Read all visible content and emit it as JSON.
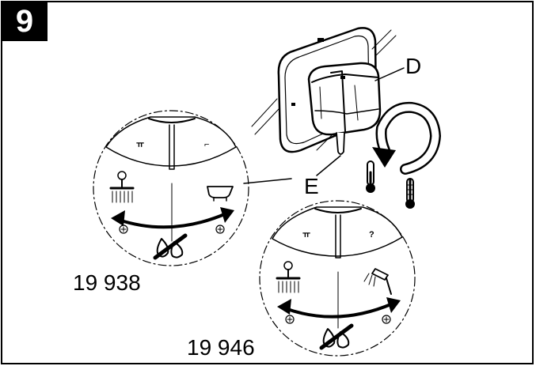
{
  "step": {
    "number": "9"
  },
  "callouts": {
    "d": "D",
    "e": "E"
  },
  "models": {
    "left": "19 938",
    "right": "19 946"
  },
  "icons": [
    "thermostat-knob",
    "arrow-ccw-icon",
    "thermometer-cold-icon",
    "thermometer-hot-icon",
    "overhead-shower-icon",
    "bathtub-icon",
    "hand-shower-icon",
    "no-water-icon",
    "plus-icon"
  ]
}
